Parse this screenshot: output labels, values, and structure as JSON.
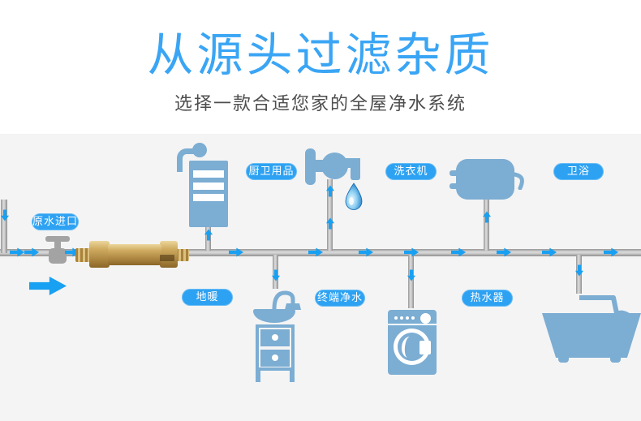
{
  "title": "从源头过滤杂质",
  "subtitle": "选择一款合适您家的全屋净水系统",
  "diagram": {
    "labels": {
      "raw_water_inlet": "原水进口",
      "kitchen_bath_supplies": "厨卫用品",
      "washing_machine": "洗衣机",
      "bathroom": "卫浴",
      "floor_heating": "地暖",
      "terminal_water_purifier": "终端净水",
      "water_heater": "热水器"
    },
    "icons": [
      "water-tank-icon",
      "faucet-icon",
      "water-drop-icon",
      "boiler-icon",
      "sink-cabinet-icon",
      "washing-machine-icon",
      "bathtub-icon",
      "valve-icon",
      "prefilter-product-image",
      "flow-arrow"
    ]
  },
  "colors": {
    "title_blue": "#3aa5f4",
    "subtitle_gray": "#4e4e4e",
    "panel_background": "#f4f4f4",
    "icon_steel_blue": "#7cadd3",
    "label_pill_blue": "#2ea2f2",
    "flow_arrow_blue": "#18a0f2",
    "pipe_gray": "#b5b5b5",
    "brass": "#c3a05e"
  }
}
